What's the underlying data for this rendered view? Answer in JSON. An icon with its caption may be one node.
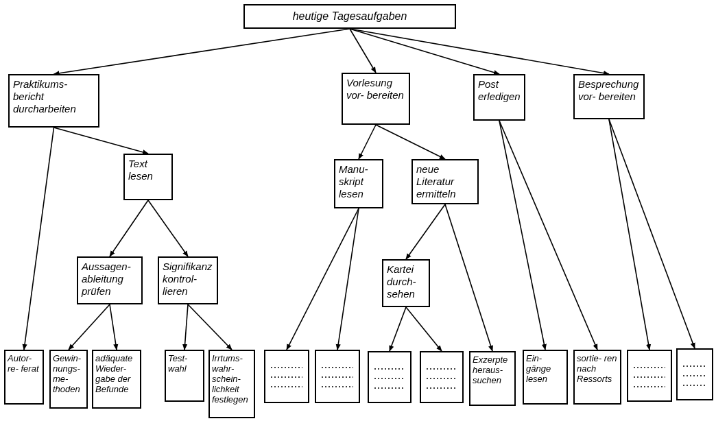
{
  "diagram": {
    "nodes": [
      {
        "text": [
          "heutige Tagesaufgaben"
        ]
      },
      {
        "text": [
          "Praktikums- bericht durcharbeiten"
        ]
      },
      {
        "text": [
          "Vorlesung vor- bereiten"
        ]
      },
      {
        "text": [
          "Post erledigen"
        ]
      },
      {
        "text": [
          "Besprechung vor- bereiten"
        ]
      },
      {
        "text": [
          "Text lesen"
        ]
      },
      {
        "text": [
          "Manu- skript lesen"
        ]
      },
      {
        "text": [
          "neue Literatur ermitteln"
        ]
      },
      {
        "text": [
          "Aussagen- ableitung prüfen"
        ]
      },
      {
        "text": [
          "Signifikanz kontrol- lieren"
        ]
      },
      {
        "text": [
          "Kartei durch- sehen"
        ]
      },
      {
        "text": [
          "Autor- re- ferat"
        ]
      },
      {
        "text": [
          "Gewin- nungs- me- thoden"
        ]
      },
      {
        "text": [
          "adäquate Wieder- gabe der Befunde"
        ]
      },
      {
        "text": [
          "Test- wahl"
        ]
      },
      {
        "text": [
          "Irrtums- wahr- schein- lichkeit festlegen"
        ]
      },
      {
        "text": [],
        "shape": "box"
      },
      {
        "text": [],
        "shape": "box"
      },
      {
        "text": [],
        "shape": "box"
      },
      {
        "text": [],
        "shape": "box"
      },
      {
        "text": [
          "Exzerpte heraus- suchen"
        ]
      },
      {
        "text": [
          "Ein- gänge lesen"
        ]
      },
      {
        "text": [
          "sortie- ren nach Ressorts"
        ]
      },
      {
        "text": [],
        "shape": "box"
      },
      {
        "text": [],
        "shape": "box"
      }
    ],
    "edges": [
      {
        "from": 0,
        "to": 1,
        "arrow": "to"
      },
      {
        "from": 0,
        "to": 2,
        "arrow": "to"
      },
      {
        "from": 0,
        "to": 3,
        "arrow": "to"
      },
      {
        "from": 0,
        "to": 4,
        "arrow": "to"
      },
      {
        "from": 1,
        "to": 11,
        "arrow": "to"
      },
      {
        "from": 1,
        "to": 5,
        "arrow": "to"
      },
      {
        "from": 5,
        "to": 8,
        "arrow": "to"
      },
      {
        "from": 5,
        "to": 9,
        "arrow": "to"
      },
      {
        "from": 8,
        "to": 12,
        "arrow": "to"
      },
      {
        "from": 8,
        "to": 13,
        "arrow": "to"
      },
      {
        "from": 9,
        "to": 14,
        "arrow": "to"
      },
      {
        "from": 9,
        "to": 15,
        "arrow": "to"
      },
      {
        "from": 2,
        "to": 6,
        "arrow": "to"
      },
      {
        "from": 2,
        "to": 7,
        "arrow": "to"
      },
      {
        "from": 6,
        "to": 16,
        "arrow": "to"
      },
      {
        "from": 6,
        "to": 17,
        "arrow": "to"
      },
      {
        "from": 7,
        "to": 10,
        "arrow": "to"
      },
      {
        "from": 7,
        "to": 20,
        "arrow": "to"
      },
      {
        "from": 10,
        "to": 18,
        "arrow": "to"
      },
      {
        "from": 10,
        "to": 19,
        "arrow": "to"
      },
      {
        "from": 3,
        "to": 21,
        "arrow": "to"
      },
      {
        "from": 3,
        "to": 22,
        "arrow": "to"
      },
      {
        "from": 4,
        "to": 23,
        "arrow": "to"
      },
      {
        "from": 4,
        "to": 24,
        "arrow": "to"
      }
    ]
  }
}
